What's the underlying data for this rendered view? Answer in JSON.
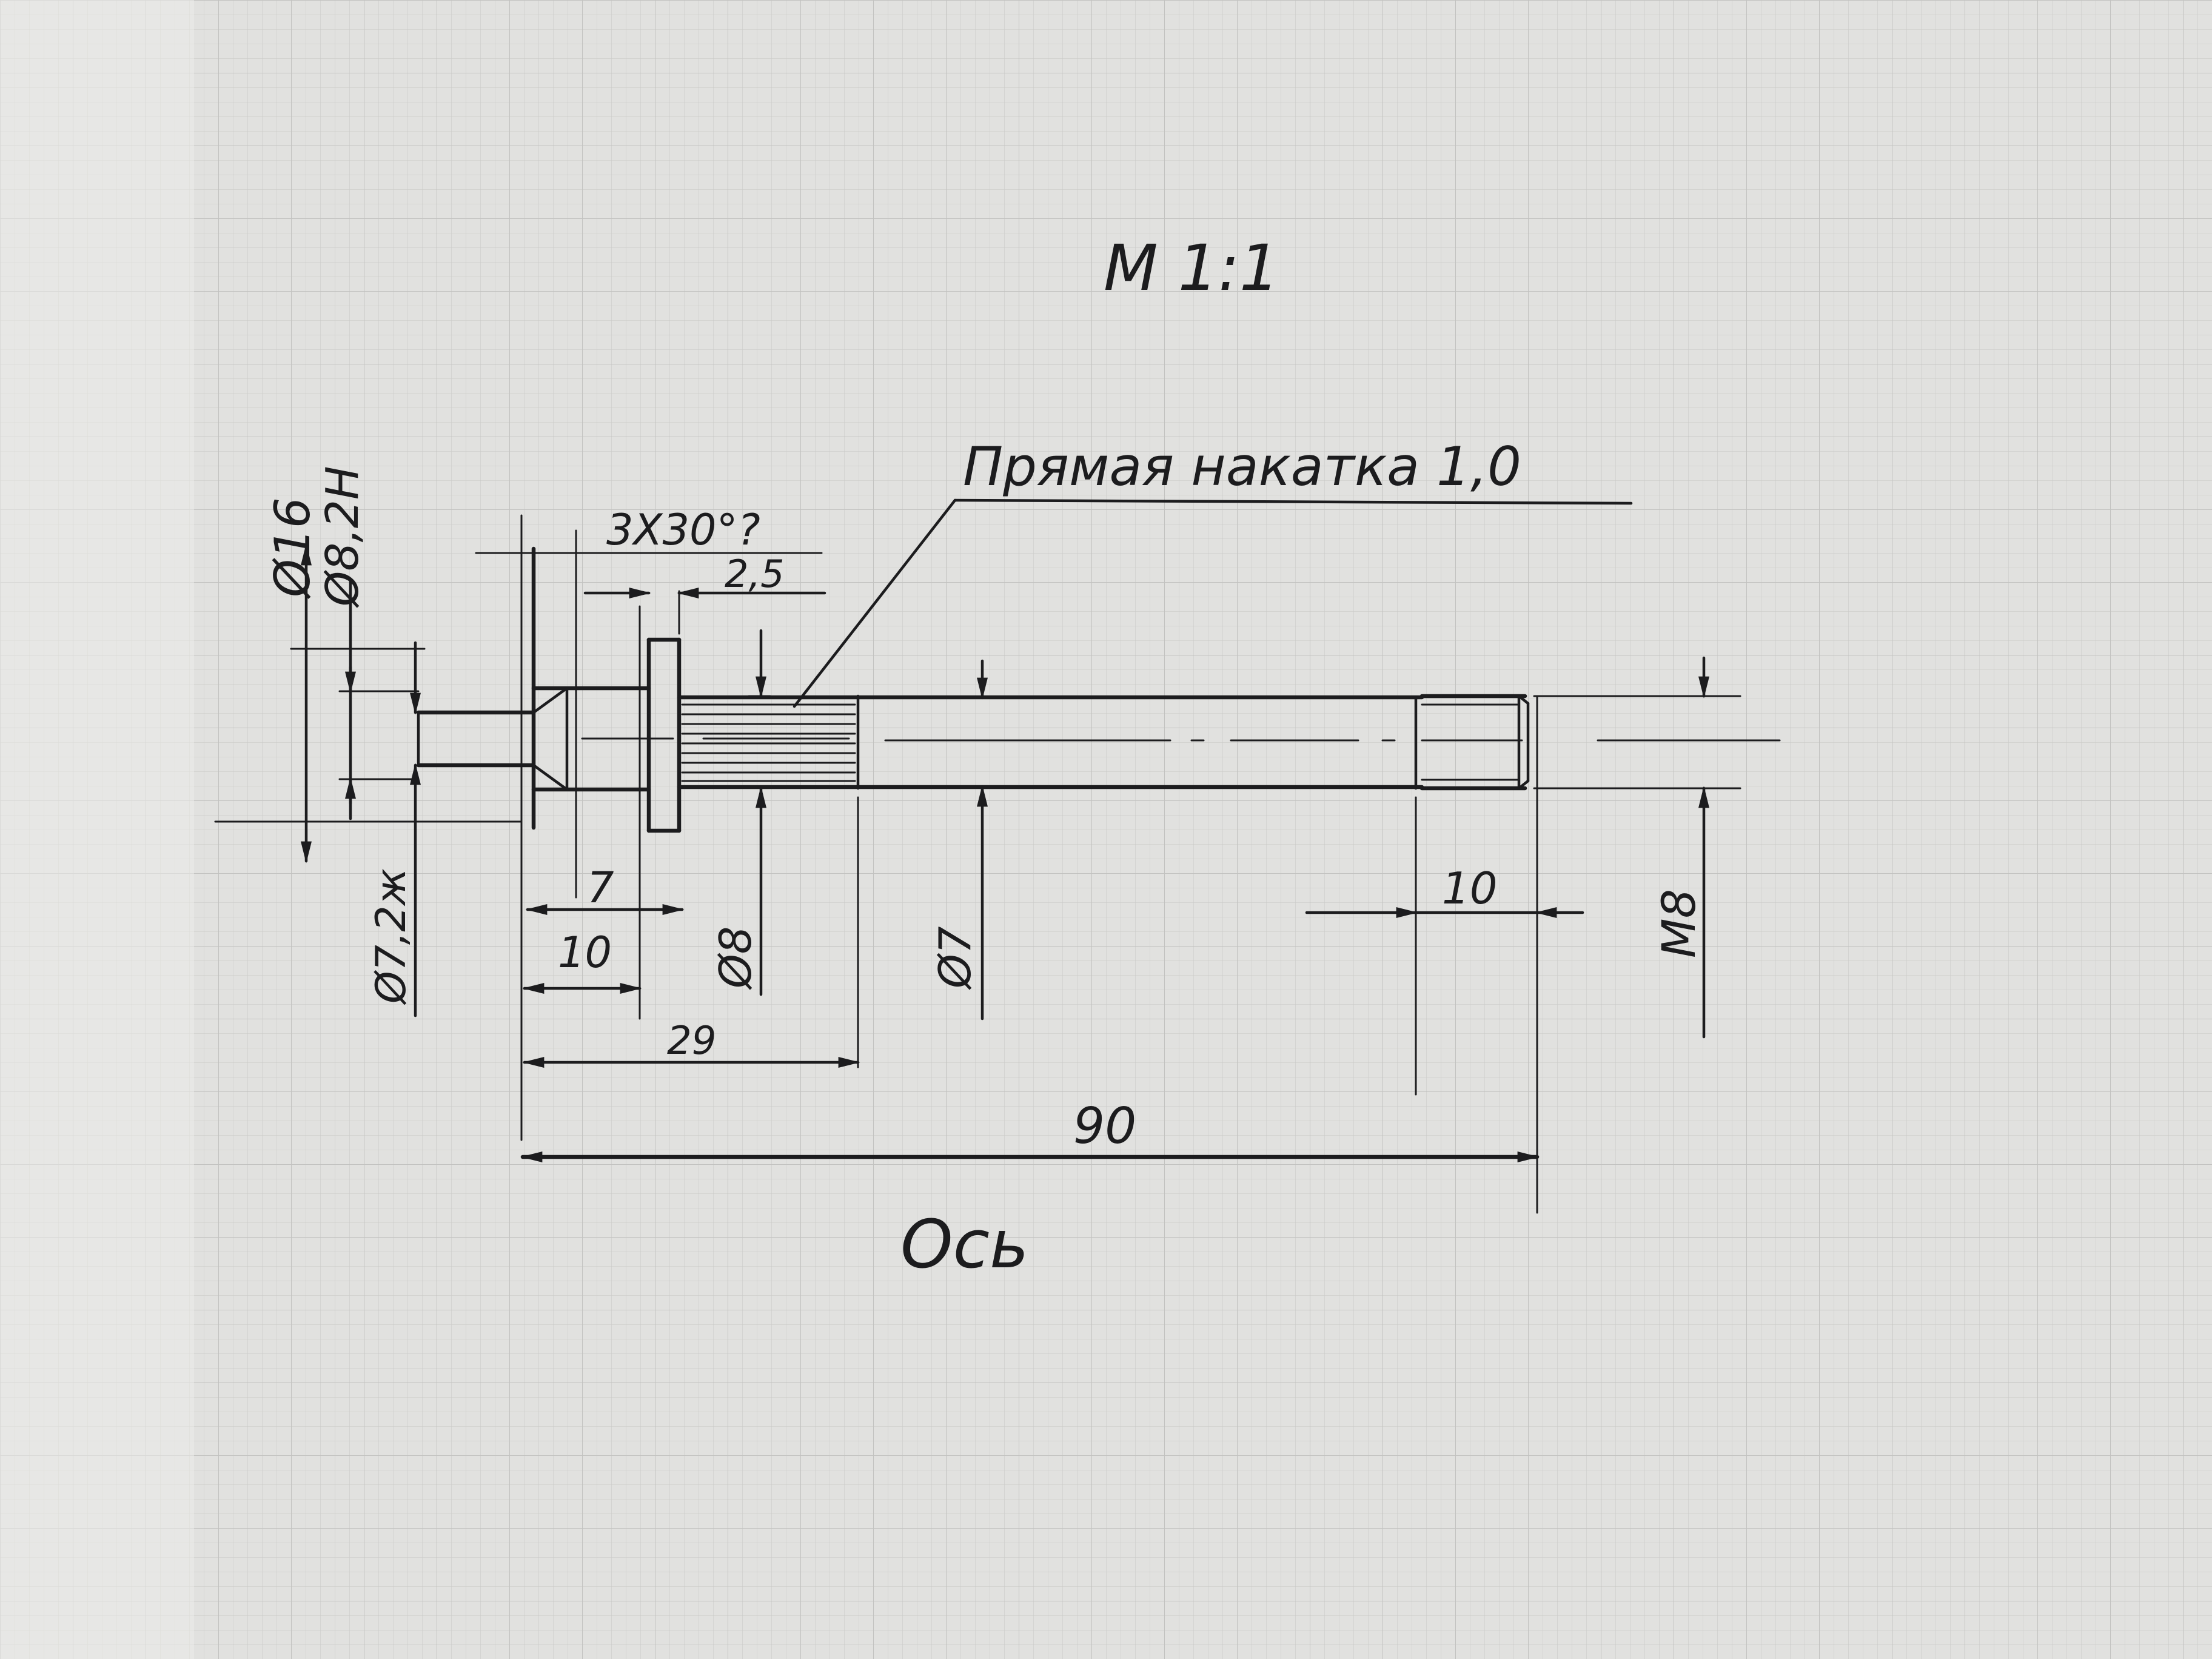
{
  "drawing": {
    "scale": "М 1:1",
    "title": "Ось",
    "callouts": {
      "knurl": "Прямая накатка 1,0",
      "chamfer": "3Х30°?"
    },
    "dimensions": {
      "d16": "Ø16",
      "d8_2h": "Ø8,2Н",
      "d7_2": "Ø7,2ж",
      "d8": "Ø8",
      "d7": "Ø7",
      "m8": "М8",
      "l2_5": "2,5",
      "l7": "7",
      "l10_left": "10",
      "l29": "29",
      "l90": "90",
      "l10_right": "10"
    }
  }
}
